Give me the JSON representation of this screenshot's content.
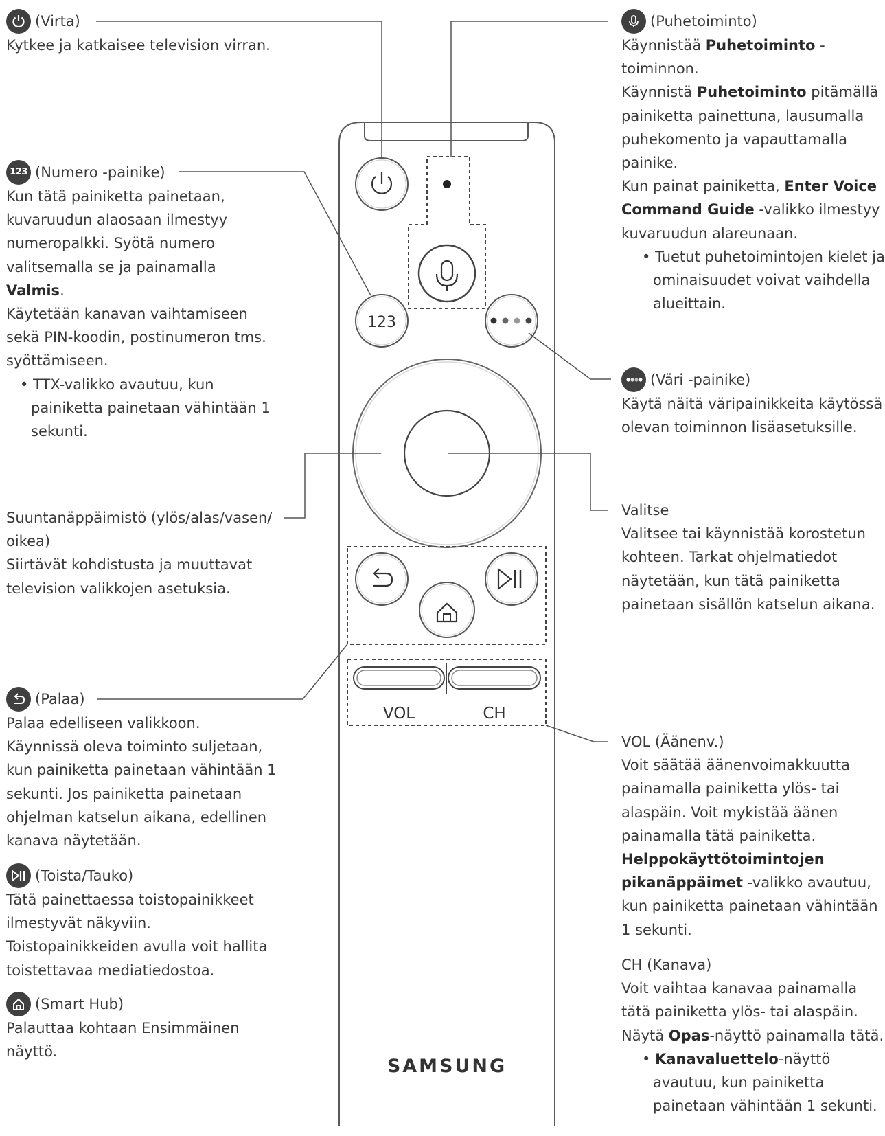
{
  "power": {
    "title": "(Virta)",
    "desc": "Kytkee ja katkaisee television virran."
  },
  "number_button": {
    "icon_text": "123",
    "title": "(Numero -painike)",
    "desc_1": "Kun tätä painiketta painetaan, kuvaruudun alaosaan ilmestyy numeropalkki. Syötä numero valitsemalla se ja painamalla ",
    "desc_1_bold": "Valmis",
    "desc_1_end": ".",
    "desc_2": "Käytetään kanavan vaihtamiseen sekä PIN-koodin, postinumeron tms. syöttämiseen.",
    "bullet": "TTX-valikko avautuu, kun painiketta painetaan vähintään 1 sekunti."
  },
  "dpad": {
    "title": "Suuntanäppäimistö (ylös/alas/vasen/ oikea)",
    "desc": "Siirtävät kohdistusta ja muuttavat television valikkojen asetuksia."
  },
  "return": {
    "title": "(Palaa)",
    "desc": "Palaa edelliseen valikkoon. Käynnissä oleva toiminto suljetaan, kun painiketta painetaan vähintään 1 sekunti. Jos painiketta painetaan ohjelman katselun aikana, edellinen kanava näytetään."
  },
  "play_pause": {
    "title": "(Toista/Tauko)",
    "desc_1": "Tätä painettaessa toistopainikkeet ilmestyvät näkyviin.",
    "desc_2": "Toistopainikkeiden avulla voit hallita toistettavaa mediatiedostoa."
  },
  "smart_hub": {
    "title": "(Smart Hub)",
    "desc": "Palauttaa kohtaan Ensimmäinen näyttö."
  },
  "voice": {
    "title": "(Puhetoiminto)",
    "l1_a": "Käynnistää ",
    "l1_b": "Puhetoiminto",
    "l1_c": " -toiminnon.",
    "l2_a": "Käynnistä ",
    "l2_b": "Puhetoiminto",
    "l2_c": " pitämällä painiketta painettuna, lausumalla puhekomento ja vapauttamalla painike.",
    "l3_a": "Kun painat painiketta, ",
    "l3_b": "Enter Voice Command Guide",
    "l3_c": " -valikko ilmestyy kuvaruudun alareunaan.",
    "bullet": "Tuetut puhetoimintojen kielet ja ominaisuudet voivat vaihdella alueittain."
  },
  "color_button": {
    "title": "(Väri -painike)",
    "desc": "Käytä näitä väripainikkeita käytössä olevan toiminnon lisäasetuksille."
  },
  "select": {
    "title": "Valitse",
    "desc": "Valitsee tai käynnistää korostetun kohteen. Tarkat ohjelmatiedot näytetään, kun tätä painiketta painetaan sisällön katselun aikana."
  },
  "volume": {
    "title": "VOL (Äänenv.)",
    "desc": "Voit säätää äänenvoimakkuutta painamalla painiketta ylös- tai alaspäin. Voit mykistää äänen painamalla tätä painiketta.",
    "bold": "Helppokäyttötoimintojen pikanäppäimet",
    "desc_end": " -valikko avautuu, kun painiketta painetaan vähintään 1 sekunti."
  },
  "channel": {
    "title": "CH (Kanava)",
    "desc_a": "Voit vaihtaa kanavaa painamalla tätä painiketta ylös- tai alaspäin. Näytä ",
    "desc_bold": "Opas",
    "desc_end": "-näyttö painamalla tätä.",
    "bullet_bold": "Kanavaluettelo",
    "bullet_end": "-näyttö avautuu, kun painiketta painetaan vähintään 1 sekunti."
  },
  "remote": {
    "num_label": "123",
    "vol_label": "VOL",
    "ch_label": "CH",
    "brand": "SAMSUNG"
  }
}
